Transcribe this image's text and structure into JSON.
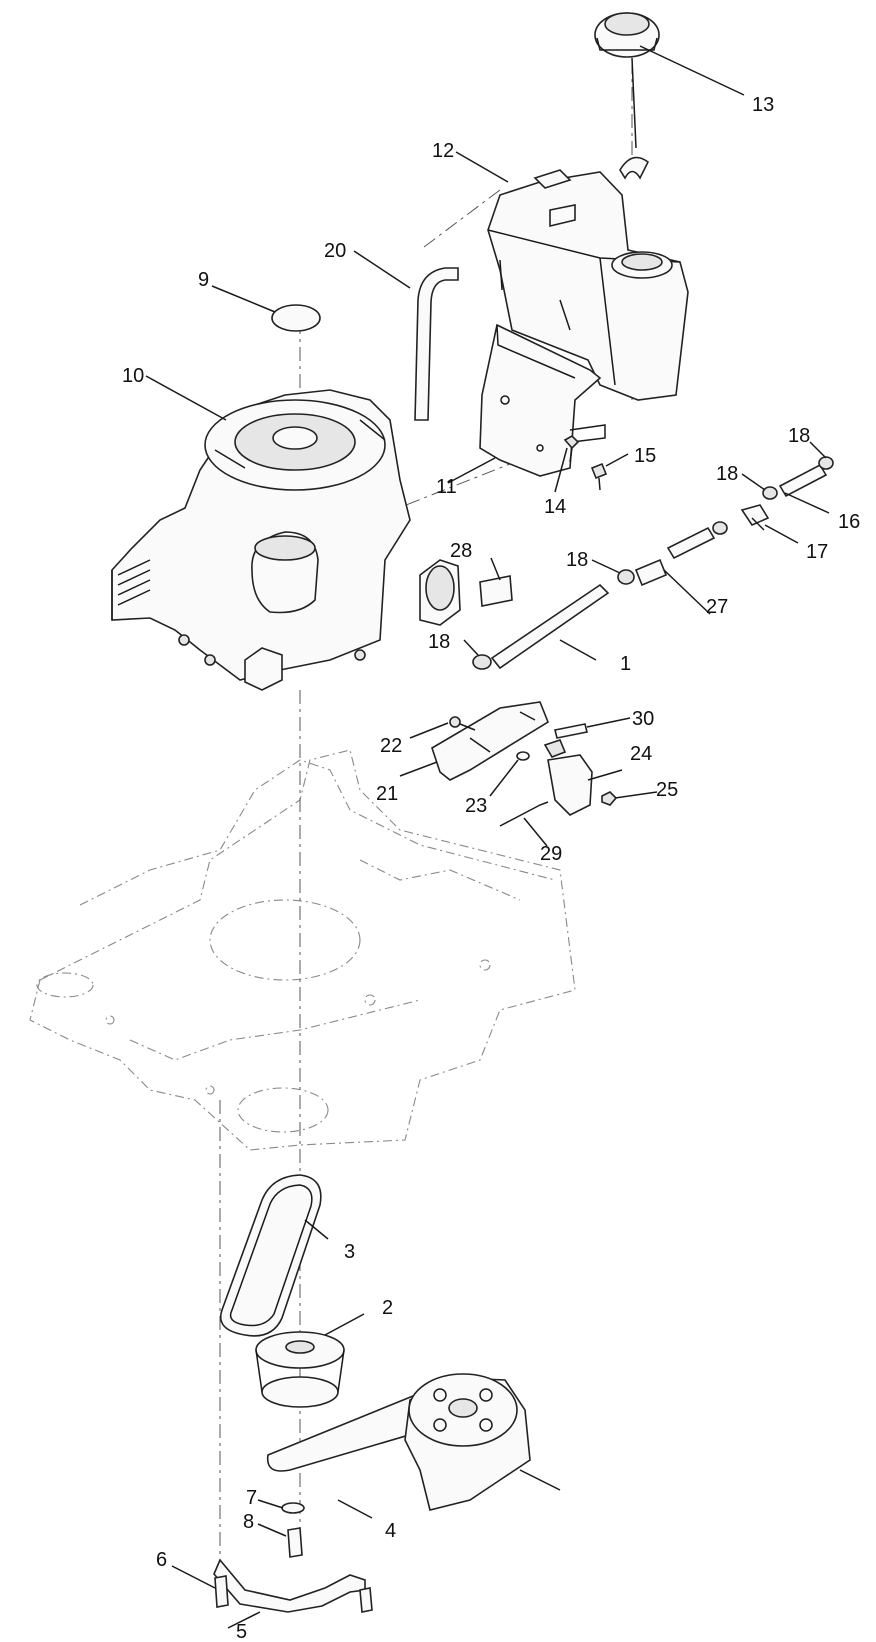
{
  "callouts": [
    {
      "id": "c1",
      "label": "1"
    },
    {
      "id": "c2",
      "label": "2"
    },
    {
      "id": "c3",
      "label": "3"
    },
    {
      "id": "c4",
      "label": "4"
    },
    {
      "id": "c5",
      "label": "5"
    },
    {
      "id": "c6",
      "label": "6"
    },
    {
      "id": "c7",
      "label": "7"
    },
    {
      "id": "c8",
      "label": "8"
    },
    {
      "id": "c9",
      "label": "9"
    },
    {
      "id": "c10",
      "label": "10"
    },
    {
      "id": "c11",
      "label": "11"
    },
    {
      "id": "c12",
      "label": "12"
    },
    {
      "id": "c13",
      "label": "13"
    },
    {
      "id": "c14",
      "label": "14"
    },
    {
      "id": "c15",
      "label": "15"
    },
    {
      "id": "c16",
      "label": "16"
    },
    {
      "id": "c17",
      "label": "17"
    },
    {
      "id": "c18a",
      "label": "18"
    },
    {
      "id": "c18b",
      "label": "18"
    },
    {
      "id": "c18c",
      "label": "18"
    },
    {
      "id": "c18d",
      "label": "18"
    },
    {
      "id": "c20",
      "label": "20"
    },
    {
      "id": "c21",
      "label": "21"
    },
    {
      "id": "c22",
      "label": "22"
    },
    {
      "id": "c23",
      "label": "23"
    },
    {
      "id": "c24",
      "label": "24"
    },
    {
      "id": "c25",
      "label": "25"
    },
    {
      "id": "c27",
      "label": "27"
    },
    {
      "id": "c28",
      "label": "28"
    },
    {
      "id": "c29",
      "label": "29"
    },
    {
      "id": "c30",
      "label": "30"
    }
  ]
}
